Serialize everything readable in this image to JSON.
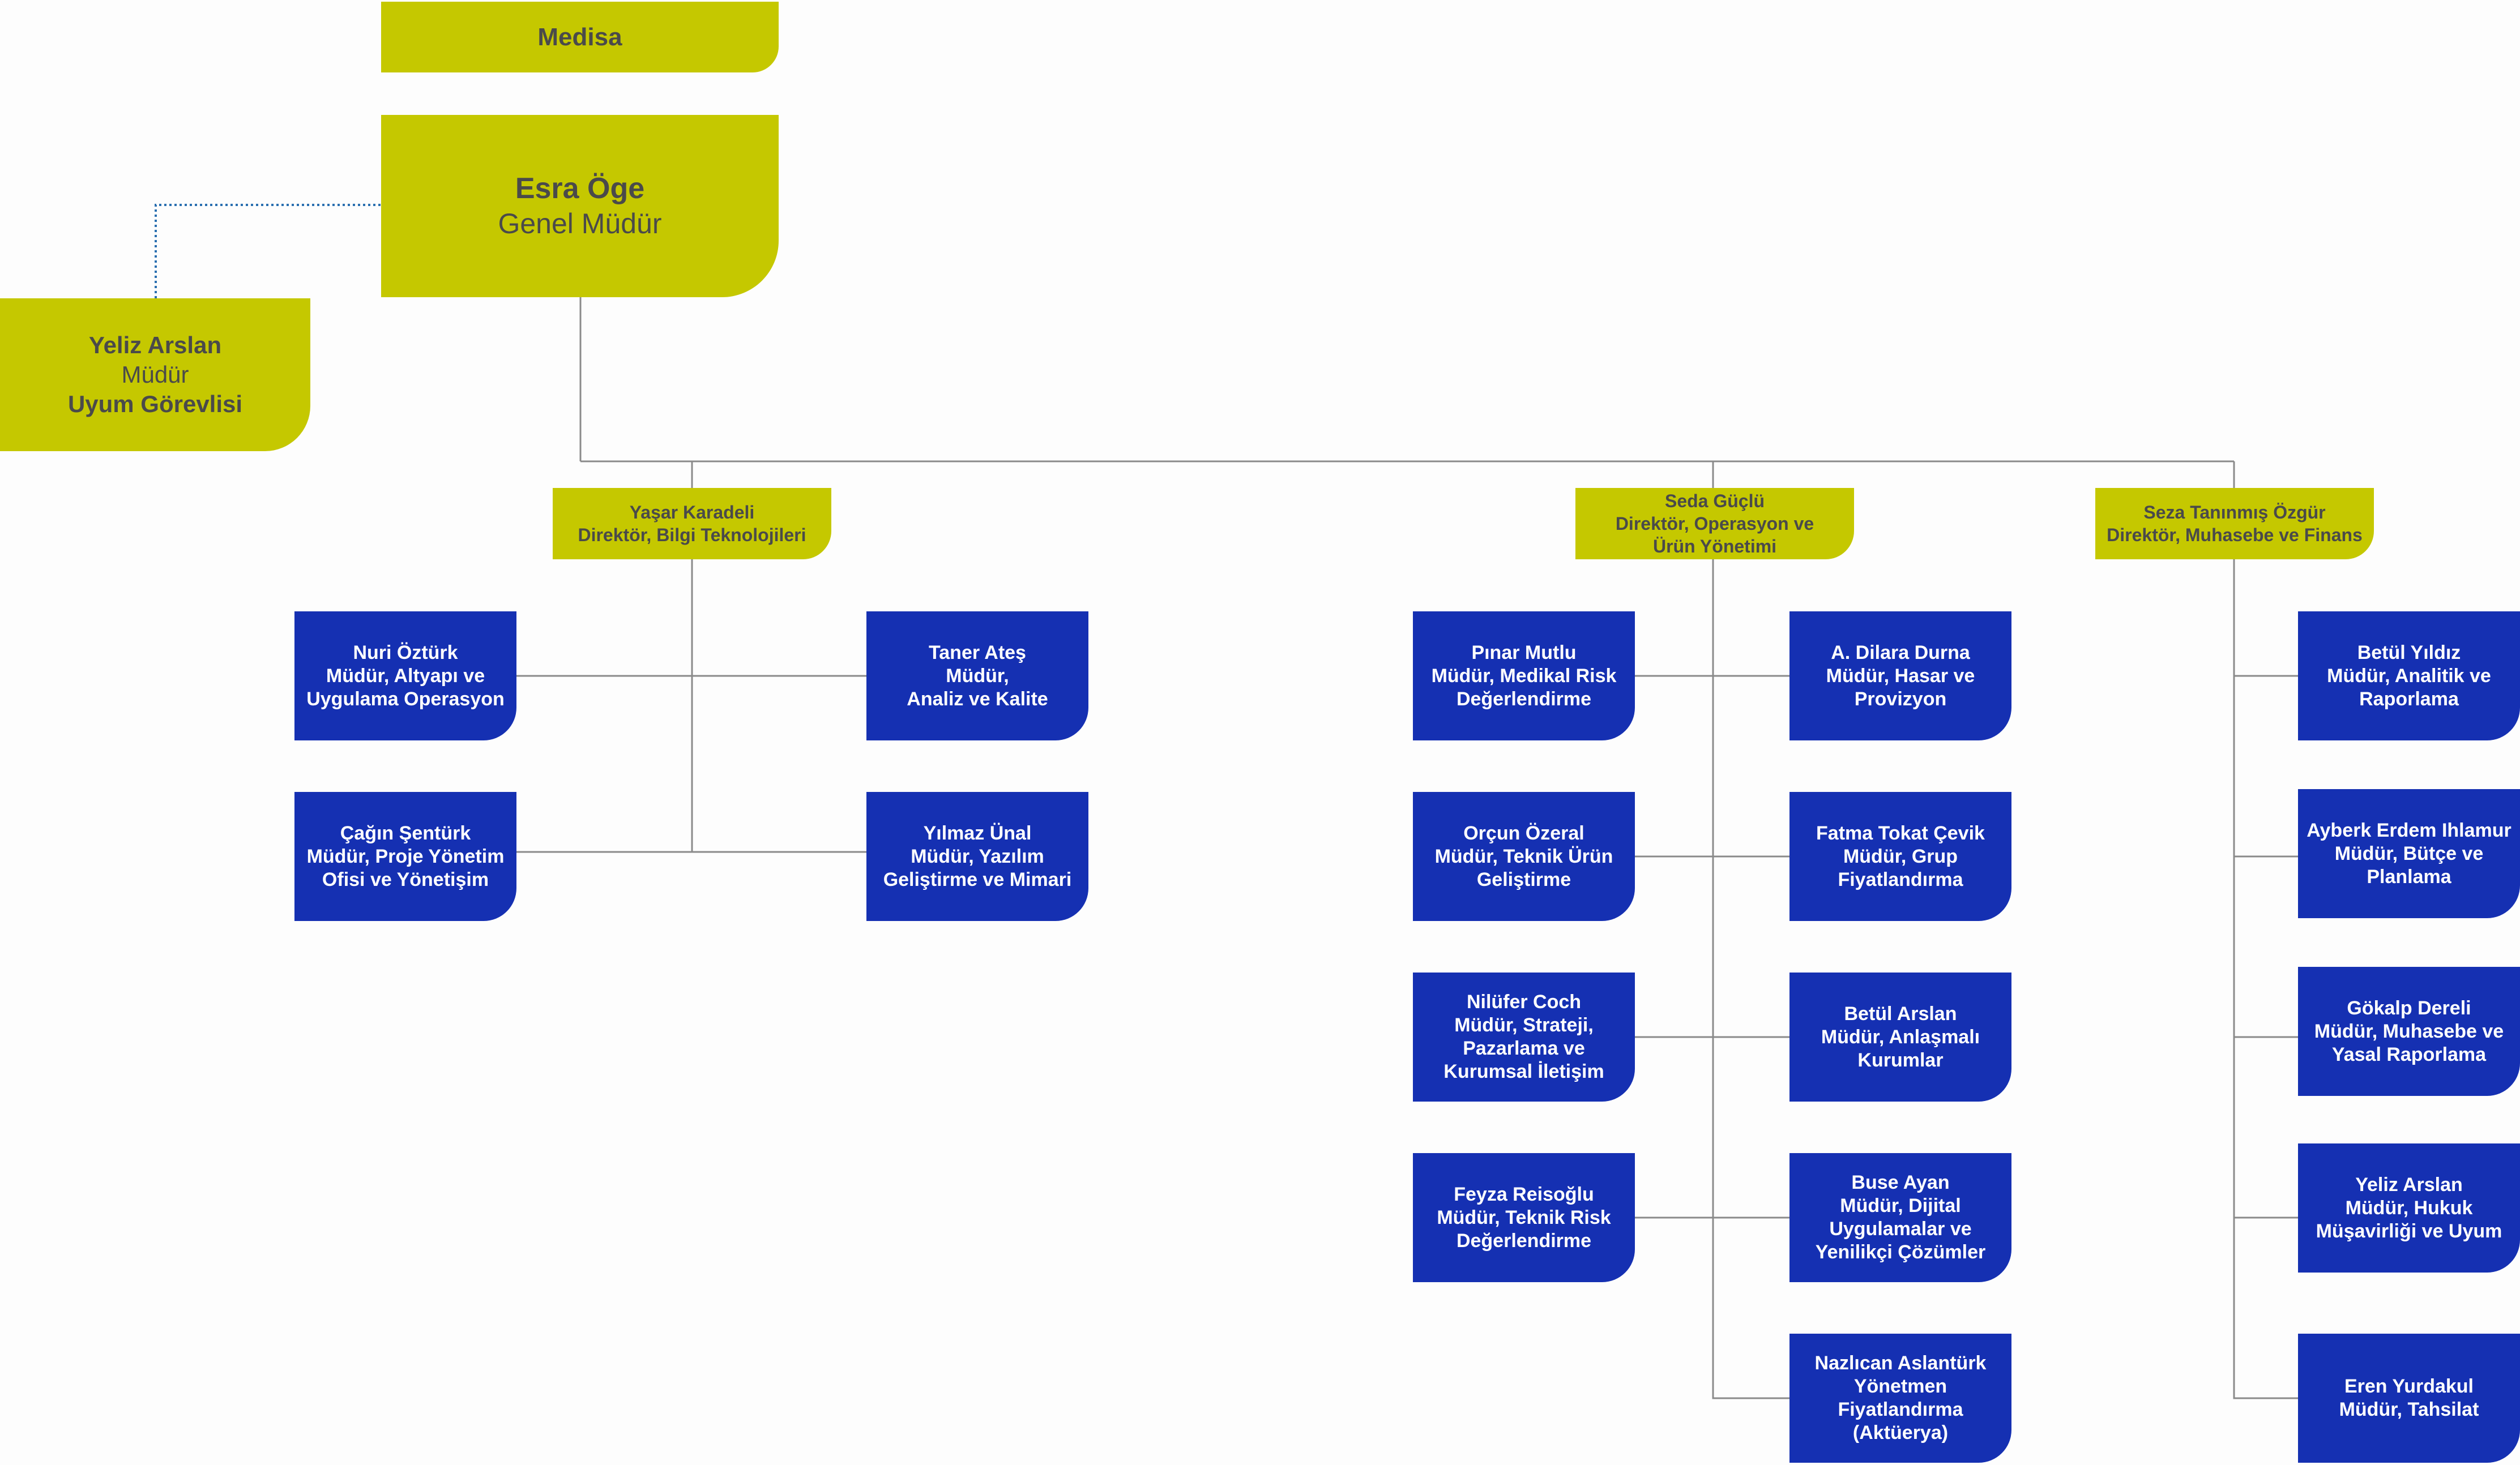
{
  "company": {
    "name": "Medisa"
  },
  "ceo": {
    "name": "Esra Öge",
    "title": "Genel Müdür"
  },
  "compliance": {
    "name": "Yeliz Arslan",
    "title": "Müdür",
    "role": "Uyum Görevlisi"
  },
  "directors": {
    "it": {
      "lines": [
        "Yaşar Karadeli",
        "Direktör, Bilgi Teknolojileri"
      ]
    },
    "ops": {
      "lines": [
        "Seda Güçlü",
        "Direktör, Operasyon ve",
        "Ürün Yönetimi"
      ]
    },
    "fin": {
      "lines": [
        "Seza Tanınmış Özgür",
        "Direktör, Muhasebe ve Finans"
      ]
    }
  },
  "managers": {
    "it_left": [
      {
        "lines": [
          "Nuri Öztürk",
          "Müdür, Altyapı ve",
          "Uygulama Operasyon"
        ]
      },
      {
        "lines": [
          "Çağın Şentürk",
          "Müdür, Proje Yönetim",
          "Ofisi ve Yönetişim"
        ]
      }
    ],
    "it_right": [
      {
        "lines": [
          "Taner Ateş",
          "Müdür,",
          "Analiz ve Kalite"
        ]
      },
      {
        "lines": [
          "Yılmaz Ünal",
          "Müdür, Yazılım",
          "Geliştirme ve Mimari"
        ]
      }
    ],
    "ops_left": [
      {
        "lines": [
          "Pınar Mutlu",
          "Müdür, Medikal Risk",
          "Değerlendirme"
        ]
      },
      {
        "lines": [
          "Orçun Özeral",
          "Müdür, Teknik Ürün",
          "Geliştirme"
        ]
      },
      {
        "lines": [
          "Nilüfer Coch",
          "Müdür, Strateji,",
          "Pazarlama ve",
          "Kurumsal İletişim"
        ]
      },
      {
        "lines": [
          "Feyza Reisoğlu",
          "Müdür, Teknik Risk",
          "Değerlendirme"
        ]
      }
    ],
    "ops_right": [
      {
        "lines": [
          "A. Dilara Durna",
          "Müdür, Hasar ve",
          "Provizyon"
        ]
      },
      {
        "lines": [
          "Fatma Tokat Çevik",
          "Müdür, Grup",
          "Fiyatlandırma"
        ]
      },
      {
        "lines": [
          "Betül Arslan",
          "Müdür, Anlaşmalı",
          "Kurumlar"
        ]
      },
      {
        "lines": [
          "Buse Ayan",
          "Müdür, Dijital",
          "Uygulamalar ve",
          "Yenilikçi Çözümler"
        ]
      },
      {
        "lines": [
          "Nazlıcan Aslantürk",
          "Yönetmen",
          "Fiyatlandırma",
          "(Aktüerya)"
        ]
      }
    ],
    "fin": [
      {
        "lines": [
          "Betül Yıldız",
          "Müdür, Analitik ve",
          "Raporlama"
        ]
      },
      {
        "lines": [
          "Ayberk Erdem Ihlamur",
          "Müdür, Bütçe ve",
          "Planlama"
        ]
      },
      {
        "lines": [
          "Gökalp Dereli",
          "Müdür, Muhasebe ve",
          "Yasal Raporlama"
        ]
      },
      {
        "lines": [
          "Yeliz Arslan",
          "Müdür, Hukuk",
          "Müşavirliği ve Uyum"
        ]
      },
      {
        "lines": [
          "Eren Yurdakul",
          "Müdür, Tahsilat"
        ]
      }
    ]
  },
  "colors": {
    "green": "#c5c800",
    "blue": "#1530b2",
    "line": "#8a8a8a",
    "dotted": "#2a6fb0"
  }
}
